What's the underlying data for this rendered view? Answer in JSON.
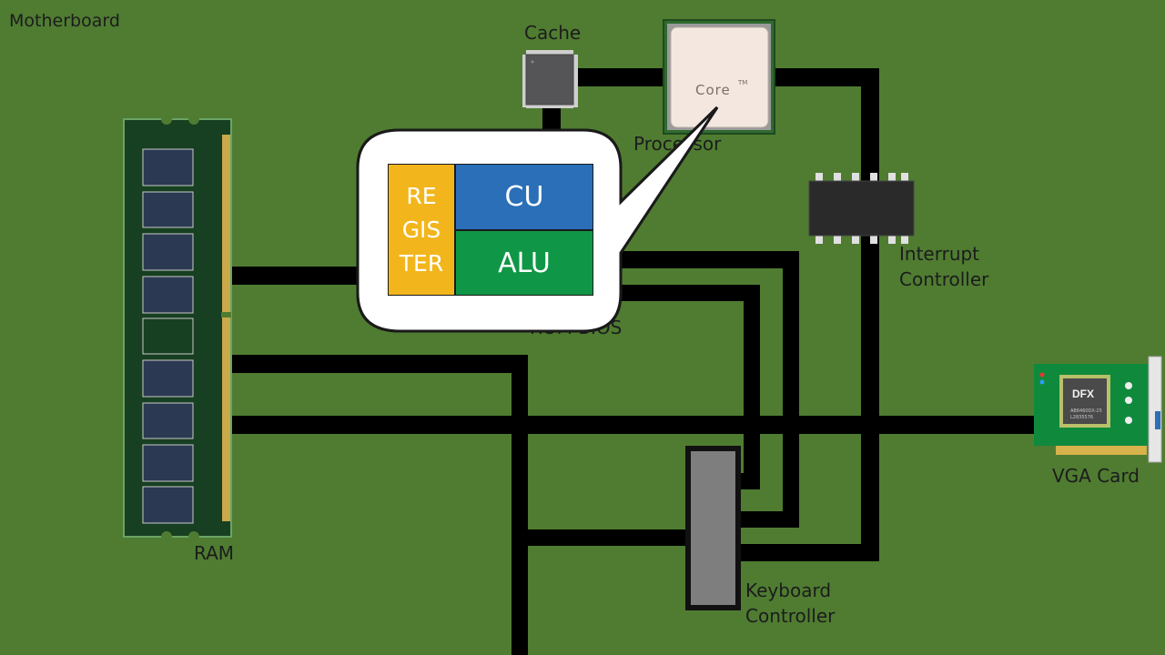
{
  "board": {
    "title": "Motherboard"
  },
  "components": {
    "cache": {
      "label": "Cache"
    },
    "processor": {
      "label": "Processor",
      "chip_text": "Core",
      "trademark": "TM"
    },
    "rom_bios": {
      "label": "ROM BIOS"
    },
    "interrupt_controller": {
      "label": "Interrupt\nController"
    },
    "vga_card": {
      "label": "VGA Card",
      "chip_brand": "DFX",
      "chip_line1": "AB6460DX-25",
      "chip_line2": "L2835576"
    },
    "ram": {
      "label": "RAM"
    },
    "keyboard_controller": {
      "label": "Keyboard\nController"
    }
  },
  "callout": {
    "register_lines": [
      "RE",
      "GIS",
      "TER"
    ],
    "cu_label": "CU",
    "alu_label": "ALU"
  },
  "colors": {
    "board_green": "#4f7c31",
    "bus": "#000000",
    "register": "#f2b61c",
    "cu": "#2a6fb8",
    "alu": "#0f9646",
    "ram_pcb": "#173f21",
    "keyboard_chip": "#7e7e7e"
  }
}
